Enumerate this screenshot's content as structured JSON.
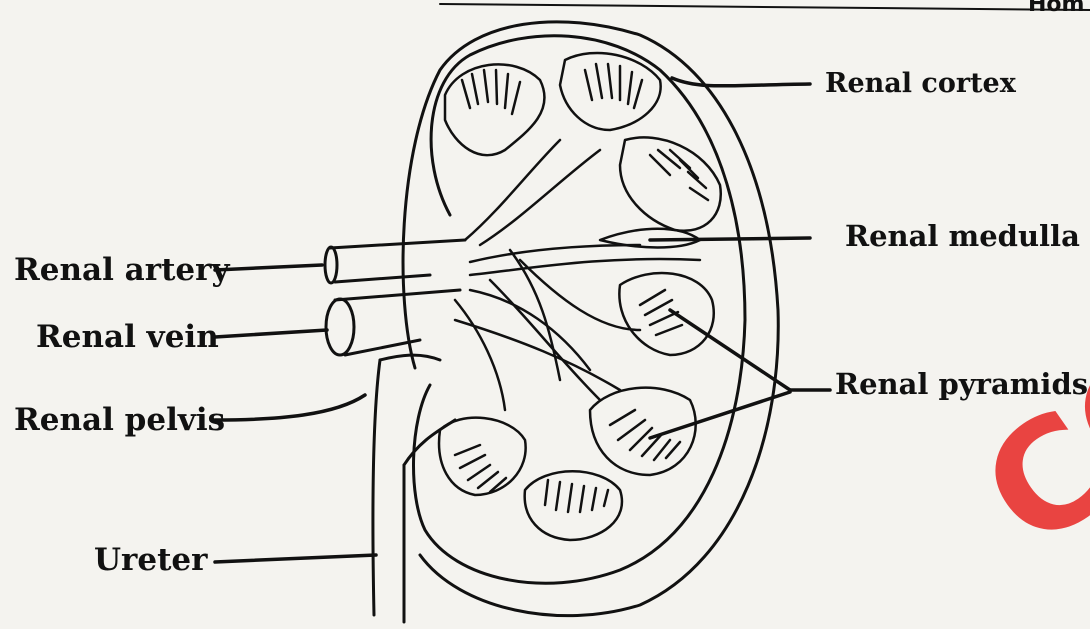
{
  "labels": {
    "renal_cortex": "Renal cortex",
    "renal_medulla": "Renal medulla",
    "renal_pyramids": "Renal pyramids",
    "renal_artery": "Renal artery",
    "renal_vein": "Renal vein",
    "renal_pelvis": "Renal pelvis",
    "ureter": "Ureter"
  },
  "header_fragment": "Hom",
  "watermark": "CO",
  "colors": {
    "ink": "#111111",
    "paper": "#f4f3ef",
    "watermark": "#e8322f"
  }
}
